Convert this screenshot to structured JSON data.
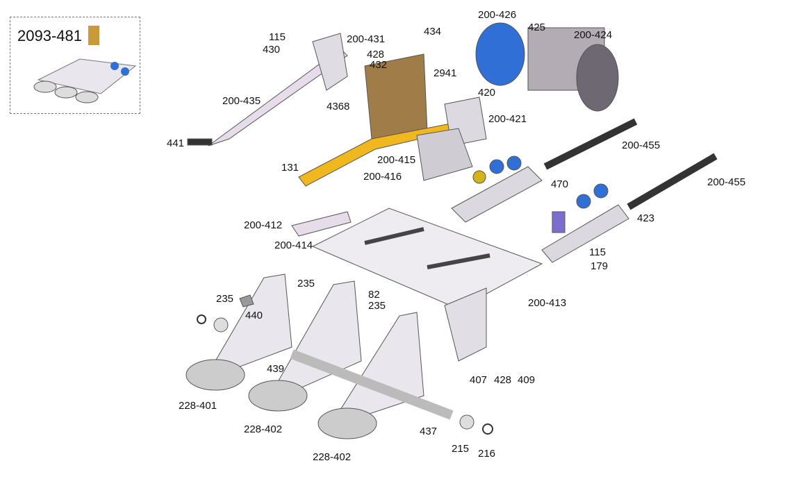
{
  "inset": {
    "title": "2093-481"
  },
  "labels": {
    "l115a": "115",
    "l200_431": "200-431",
    "l430": "430",
    "l428a": "428",
    "l432": "432",
    "l434": "434",
    "l200_426": "200-426",
    "l425": "425",
    "l200_424": "200-424",
    "l2941": "2941",
    "l200_435": "200-435",
    "l4368": "4368",
    "l420": "420",
    "l200_421": "200-421",
    "l441": "441",
    "l200_455a": "200-455",
    "l200_455b": "200-455",
    "l131": "131",
    "l200_415": "200-415",
    "l200_416": "200-416",
    "l470": "470",
    "l200_412": "200-412",
    "l423": "423",
    "l200_414": "200-414",
    "l115b": "115",
    "l179": "179",
    "l235a": "235",
    "l82": "82",
    "l200_413": "200-413",
    "l235b": "235",
    "l235c": "235",
    "l440": "440",
    "l439": "439",
    "l407": "407",
    "l428b": "428",
    "l409": "409",
    "l228_401": "228-401",
    "l228_402a": "228-402",
    "l437": "437",
    "l228_402b": "228-402",
    "l215": "215",
    "l216": "216"
  },
  "colors": {
    "motor_blue": "#2f6fd6",
    "plate_yellow": "#f0b81e",
    "part_lilac": "#e6dcea",
    "metal": "#d9d6de"
  }
}
